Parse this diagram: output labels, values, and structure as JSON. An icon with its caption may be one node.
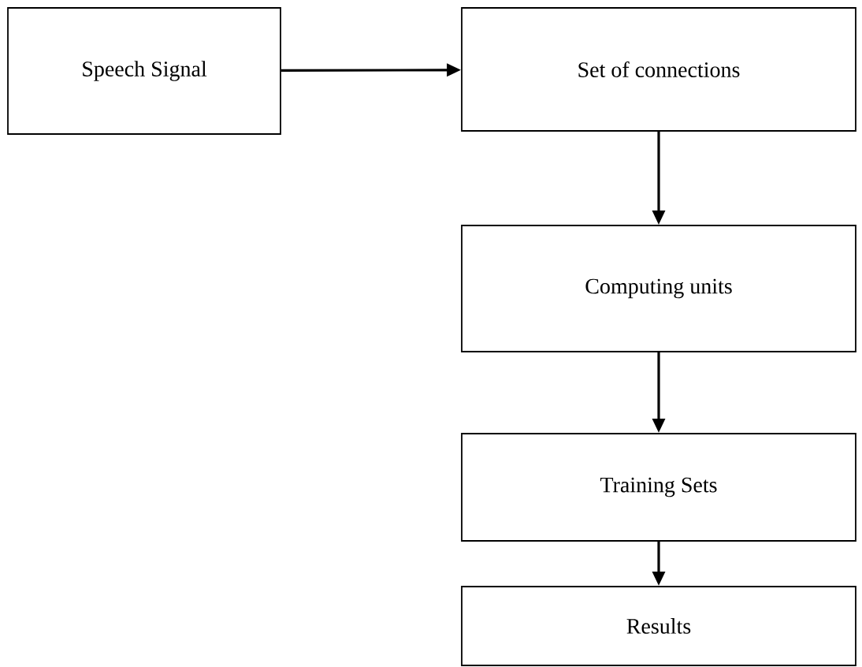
{
  "diagram": {
    "nodes": [
      {
        "text": [
          "Speech Signal"
        ]
      },
      {
        "text": [
          "Set of connections"
        ]
      },
      {
        "text": [
          "Computing units"
        ]
      },
      {
        "text": [
          "Training Sets"
        ]
      },
      {
        "text": [
          "Results"
        ]
      }
    ],
    "edges": [
      {
        "from": 0,
        "to": 1,
        "arrow": "to"
      },
      {
        "from": 1,
        "to": 2,
        "arrow": "to"
      },
      {
        "from": 2,
        "to": 3,
        "arrow": "to"
      },
      {
        "from": 3,
        "to": 4,
        "arrow": "to"
      }
    ]
  }
}
